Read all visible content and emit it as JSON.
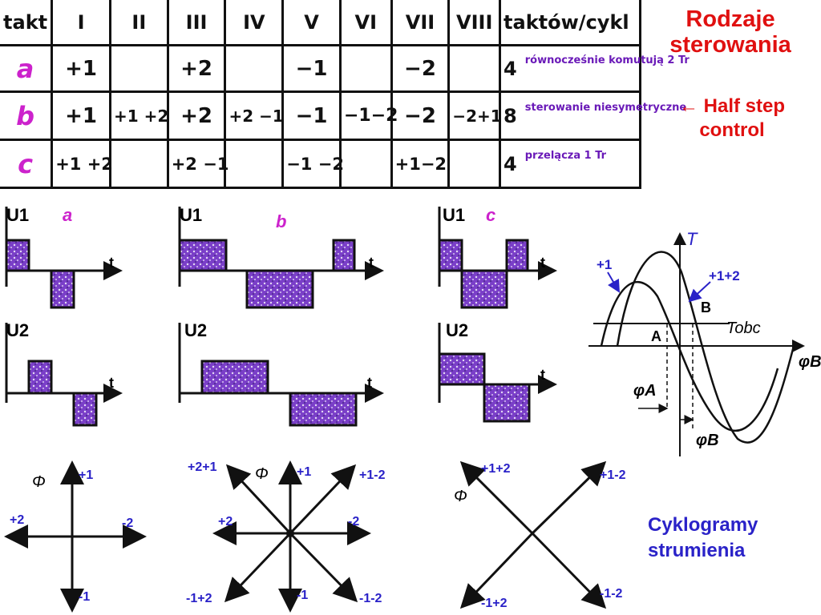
{
  "title": [
    "Rodzaje",
    "sterowania"
  ],
  "half_step": [
    "← Half step",
    "control"
  ],
  "cyklogram_title": [
    "Cyklogramy",
    "strumienia"
  ],
  "table": {
    "header_takt": "takt",
    "columns": [
      "I",
      "II",
      "III",
      "IV",
      "V",
      "VI",
      "VII",
      "VIII"
    ],
    "header_count": "taktów/cykl",
    "rows": [
      {
        "label": "a",
        "cells": [
          "+1",
          "",
          "+2",
          "",
          "−1",
          "",
          "−2",
          ""
        ],
        "count": "4",
        "note": "równocześnie komutują 2 Tr"
      },
      {
        "label": "b",
        "cells": [
          "+1",
          "+1 +2",
          "+2",
          "+2 −1",
          "−1",
          "−1−2",
          "−2",
          "−2+1"
        ],
        "count": "8",
        "note": "sterowanie niesymetryczne"
      },
      {
        "label": "c",
        "cells": [
          "+1 +2",
          "",
          "+2 −1",
          "",
          "−1 −2",
          "",
          "+1−2",
          ""
        ],
        "count": "4",
        "note": "przelącza 1 Tr"
      }
    ]
  },
  "waveforms": {
    "a": {
      "label": "a",
      "u1": "U1",
      "u2": "U2",
      "t": "t"
    },
    "b": {
      "label": "b",
      "u1": "U1",
      "u2": "U2",
      "t": "t"
    },
    "c": {
      "label": "c",
      "u1": "U1",
      "u2": "U2",
      "t": "t"
    }
  },
  "torque": {
    "T": "T",
    "plus1": "+1",
    "plus12": "+1+2",
    "A": "A",
    "B": "B",
    "Tobc": "Tobc",
    "phi": "φB",
    "phiA": "φA",
    "phiB": "φB"
  },
  "flux": {
    "a": {
      "phi": "Φ",
      "up": "+1",
      "left": "+2",
      "right": "-2",
      "down": "-1"
    },
    "b": {
      "phi": "Φ",
      "up": "+1",
      "ul": "+2+1",
      "ur": "+1-2",
      "left": "+2",
      "right": "-2",
      "dl": "-1+2",
      "down": "-1",
      "dr": "-1-2"
    },
    "c": {
      "phi": "Φ",
      "ul": "+1+2",
      "ur": "+1-2",
      "dl": "-1+2",
      "dr": "-1-2"
    }
  },
  "colors": {
    "red": "#e01010",
    "blue": "#2a22c8",
    "magenta": "#cc22cc",
    "purple": "#7a3fc8"
  }
}
